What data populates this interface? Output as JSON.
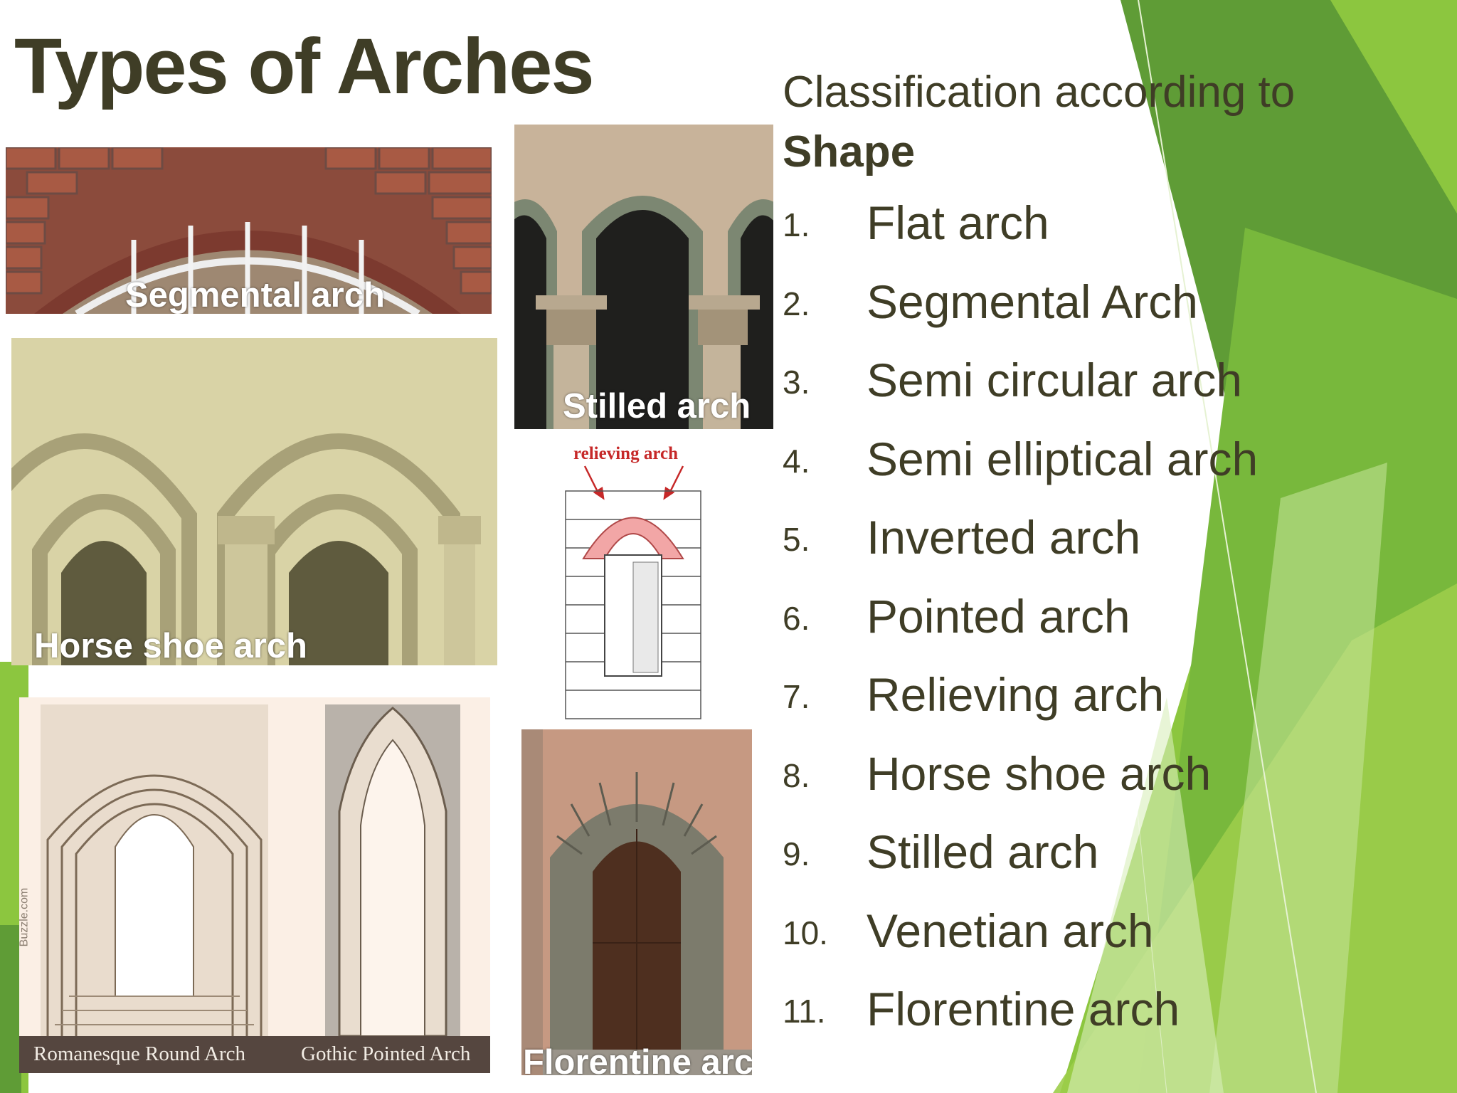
{
  "slide": {
    "title": "Types of Arches",
    "heading_prefix": "Classification according to",
    "heading_bold": "Shape"
  },
  "list": [
    {
      "num": "1.",
      "label": "Flat arch"
    },
    {
      "num": "2.",
      "label": "Segmental Arch"
    },
    {
      "num": "3.",
      "label": "Semi circular arch"
    },
    {
      "num": "4.",
      "label": "Semi elliptical arch"
    },
    {
      "num": "5.",
      "label": "Inverted arch"
    },
    {
      "num": "6.",
      "label": "Pointed arch"
    },
    {
      "num": "7.",
      "label": "Relieving arch"
    },
    {
      "num": "8.",
      "label": "Horse shoe arch"
    },
    {
      "num": "9.",
      "label": "Stilled arch"
    },
    {
      "num": "10.",
      "label": "Venetian arch"
    },
    {
      "num": "11.",
      "label": "Florentine arch"
    }
  ],
  "photos": {
    "segmental": "Segmental arch",
    "stilled": "Stilled arch",
    "horseshoe": "Horse shoe arch",
    "relieving": "relieving arch",
    "florentine": "Florentine arc",
    "watermark": "Buzzle.com",
    "romanesque": "Romanesque Round Arch",
    "gothic": "Gothic Pointed Arch"
  },
  "colors": {
    "text": "#3f3d26",
    "green_light": "#a9d35a",
    "green_mid": "#8cc63f",
    "green_dark": "#4f8a2e"
  }
}
